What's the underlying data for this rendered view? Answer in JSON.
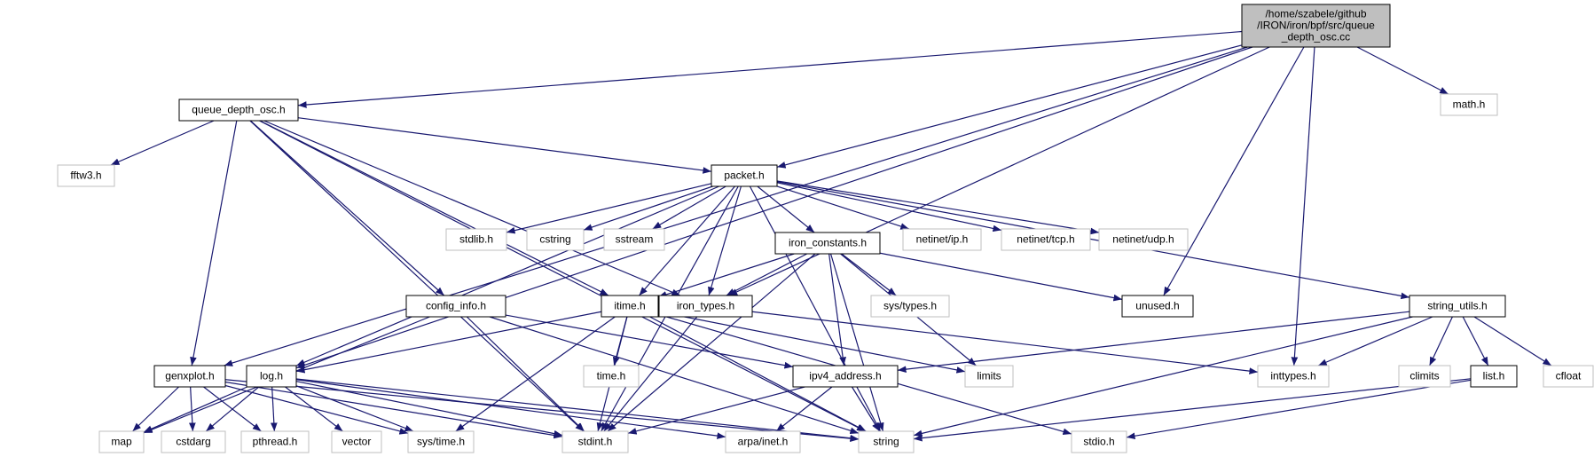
{
  "colors": {
    "edge": "#191970",
    "focus_fill": "#bfbfbf",
    "node_border": "#000000",
    "system_border": "#bfbfbf",
    "text": "#000000"
  },
  "nodes": [
    {
      "id": "root",
      "lines": [
        "/home/szabele/github",
        "/IRON/iron/bpf/src/queue",
        "_depth_osc.cc"
      ],
      "kind": "focus"
    },
    {
      "id": "queue_depth_osc_h",
      "lines": [
        "queue_depth_osc.h"
      ],
      "kind": "project"
    },
    {
      "id": "math_h",
      "lines": [
        "math.h"
      ],
      "kind": "system"
    },
    {
      "id": "fftw3_h",
      "lines": [
        "fftw3.h"
      ],
      "kind": "system"
    },
    {
      "id": "packet_h",
      "lines": [
        "packet.h"
      ],
      "kind": "project"
    },
    {
      "id": "stdlib_h",
      "lines": [
        "stdlib.h"
      ],
      "kind": "system"
    },
    {
      "id": "cstring",
      "lines": [
        "cstring"
      ],
      "kind": "system"
    },
    {
      "id": "sstream",
      "lines": [
        "sstream"
      ],
      "kind": "system"
    },
    {
      "id": "iron_constants_h",
      "lines": [
        "iron_constants.h"
      ],
      "kind": "project"
    },
    {
      "id": "netinet_ip_h",
      "lines": [
        "netinet/ip.h"
      ],
      "kind": "system"
    },
    {
      "id": "netinet_tcp_h",
      "lines": [
        "netinet/tcp.h"
      ],
      "kind": "system"
    },
    {
      "id": "netinet_udp_h",
      "lines": [
        "netinet/udp.h"
      ],
      "kind": "system"
    },
    {
      "id": "config_info_h",
      "lines": [
        "config_info.h"
      ],
      "kind": "project"
    },
    {
      "id": "itime_h",
      "lines": [
        "itime.h"
      ],
      "kind": "project"
    },
    {
      "id": "iron_types_h",
      "lines": [
        "iron_types.h"
      ],
      "kind": "project"
    },
    {
      "id": "sys_types_h",
      "lines": [
        "sys/types.h"
      ],
      "kind": "system"
    },
    {
      "id": "unused_h",
      "lines": [
        "unused.h"
      ],
      "kind": "project"
    },
    {
      "id": "string_utils_h",
      "lines": [
        "string_utils.h"
      ],
      "kind": "project"
    },
    {
      "id": "genxplot_h",
      "lines": [
        "genxplot.h"
      ],
      "kind": "project"
    },
    {
      "id": "log_h",
      "lines": [
        "log.h"
      ],
      "kind": "project"
    },
    {
      "id": "time_h",
      "lines": [
        "time.h"
      ],
      "kind": "system"
    },
    {
      "id": "ipv4_address_h",
      "lines": [
        "ipv4_address.h"
      ],
      "kind": "project"
    },
    {
      "id": "limits",
      "lines": [
        "limits"
      ],
      "kind": "system"
    },
    {
      "id": "inttypes_h",
      "lines": [
        "inttypes.h"
      ],
      "kind": "system"
    },
    {
      "id": "climits",
      "lines": [
        "climits"
      ],
      "kind": "system"
    },
    {
      "id": "list_h",
      "lines": [
        "list.h"
      ],
      "kind": "project"
    },
    {
      "id": "cfloat",
      "lines": [
        "cfloat"
      ],
      "kind": "system"
    },
    {
      "id": "map",
      "lines": [
        "map"
      ],
      "kind": "system"
    },
    {
      "id": "cstdarg",
      "lines": [
        "cstdarg"
      ],
      "kind": "system"
    },
    {
      "id": "pthread_h",
      "lines": [
        "pthread.h"
      ],
      "kind": "system"
    },
    {
      "id": "vector",
      "lines": [
        "vector"
      ],
      "kind": "system"
    },
    {
      "id": "sys_time_h",
      "lines": [
        "sys/time.h"
      ],
      "kind": "system"
    },
    {
      "id": "stdint_h",
      "lines": [
        "stdint.h"
      ],
      "kind": "system"
    },
    {
      "id": "arpa_inet_h",
      "lines": [
        "arpa/inet.h"
      ],
      "kind": "system"
    },
    {
      "id": "string",
      "lines": [
        "string"
      ],
      "kind": "system"
    },
    {
      "id": "stdio_h",
      "lines": [
        "stdio.h"
      ],
      "kind": "system"
    }
  ],
  "edges": [
    [
      "root",
      "queue_depth_osc_h"
    ],
    [
      "root",
      "math_h"
    ],
    [
      "root",
      "packet_h"
    ],
    [
      "root",
      "iron_types_h"
    ],
    [
      "root",
      "unused_h"
    ],
    [
      "root",
      "inttypes_h"
    ],
    [
      "root",
      "log_h"
    ],
    [
      "root",
      "genxplot_h"
    ],
    [
      "queue_depth_osc_h",
      "fftw3_h"
    ],
    [
      "queue_depth_osc_h",
      "packet_h"
    ],
    [
      "queue_depth_osc_h",
      "config_info_h"
    ],
    [
      "queue_depth_osc_h",
      "itime_h"
    ],
    [
      "queue_depth_osc_h",
      "iron_types_h"
    ],
    [
      "queue_depth_osc_h",
      "genxplot_h"
    ],
    [
      "queue_depth_osc_h",
      "stdint_h"
    ],
    [
      "queue_depth_osc_h",
      "string"
    ],
    [
      "packet_h",
      "stdlib_h"
    ],
    [
      "packet_h",
      "cstring"
    ],
    [
      "packet_h",
      "sstream"
    ],
    [
      "packet_h",
      "iron_constants_h"
    ],
    [
      "packet_h",
      "netinet_ip_h"
    ],
    [
      "packet_h",
      "netinet_tcp_h"
    ],
    [
      "packet_h",
      "netinet_udp_h"
    ],
    [
      "packet_h",
      "itime_h"
    ],
    [
      "packet_h",
      "iron_types_h"
    ],
    [
      "packet_h",
      "log_h"
    ],
    [
      "packet_h",
      "string_utils_h"
    ],
    [
      "packet_h",
      "stdint_h"
    ],
    [
      "packet_h",
      "string"
    ],
    [
      "iron_constants_h",
      "itime_h"
    ],
    [
      "iron_constants_h",
      "iron_types_h"
    ],
    [
      "iron_constants_h",
      "sys_types_h"
    ],
    [
      "iron_constants_h",
      "unused_h"
    ],
    [
      "iron_constants_h",
      "ipv4_address_h"
    ],
    [
      "iron_constants_h",
      "limits"
    ],
    [
      "iron_constants_h",
      "stdint_h"
    ],
    [
      "iron_constants_h",
      "string"
    ],
    [
      "config_info_h",
      "map"
    ],
    [
      "config_info_h",
      "ipv4_address_h"
    ],
    [
      "config_info_h",
      "stdint_h"
    ],
    [
      "config_info_h",
      "string"
    ],
    [
      "itime_h",
      "log_h"
    ],
    [
      "itime_h",
      "time_h"
    ],
    [
      "itime_h",
      "sys_time_h"
    ],
    [
      "itime_h",
      "stdint_h"
    ],
    [
      "itime_h",
      "limits"
    ],
    [
      "itime_h",
      "string"
    ],
    [
      "itime_h",
      "stdio_h"
    ],
    [
      "iron_types_h",
      "stdint_h"
    ],
    [
      "iron_types_h",
      "inttypes_h"
    ],
    [
      "string_utils_h",
      "ipv4_address_h"
    ],
    [
      "string_utils_h",
      "inttypes_h"
    ],
    [
      "string_utils_h",
      "climits"
    ],
    [
      "string_utils_h",
      "list_h"
    ],
    [
      "string_utils_h",
      "cfloat"
    ],
    [
      "string_utils_h",
      "string"
    ],
    [
      "genxplot_h",
      "map"
    ],
    [
      "genxplot_h",
      "cstdarg"
    ],
    [
      "genxplot_h",
      "pthread_h"
    ],
    [
      "genxplot_h",
      "sys_time_h"
    ],
    [
      "genxplot_h",
      "stdint_h"
    ],
    [
      "genxplot_h",
      "string"
    ],
    [
      "log_h",
      "map"
    ],
    [
      "log_h",
      "cstdarg"
    ],
    [
      "log_h",
      "pthread_h"
    ],
    [
      "log_h",
      "vector"
    ],
    [
      "log_h",
      "sys_time_h"
    ],
    [
      "log_h",
      "stdint_h"
    ],
    [
      "log_h",
      "string"
    ],
    [
      "log_h",
      "arpa_inet_h"
    ],
    [
      "ipv4_address_h",
      "stdint_h"
    ],
    [
      "ipv4_address_h",
      "arpa_inet_h"
    ],
    [
      "ipv4_address_h",
      "string"
    ],
    [
      "list_h",
      "string"
    ],
    [
      "list_h",
      "stdio_h"
    ]
  ]
}
